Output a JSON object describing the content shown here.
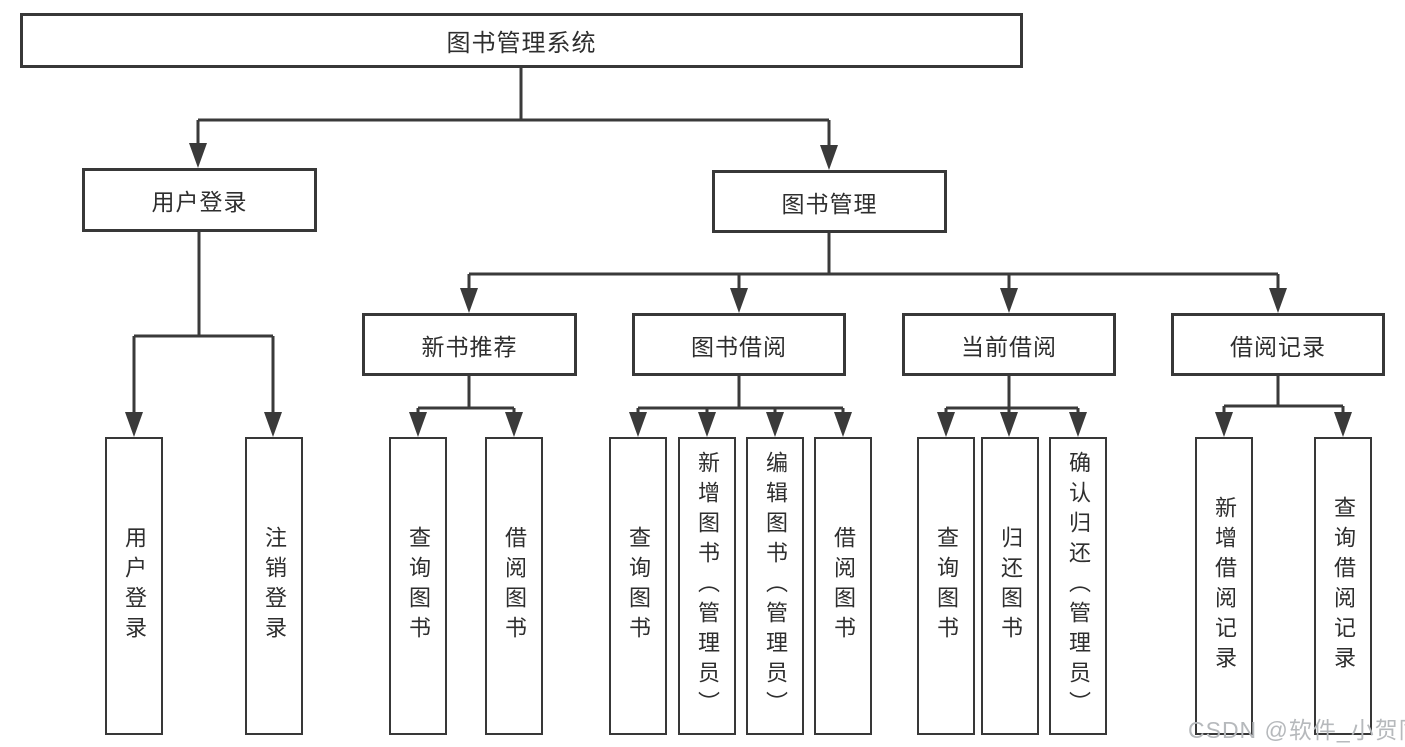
{
  "tree": {
    "root": "图书管理系统",
    "user": {
      "label": "用户登录",
      "children": [
        "用户登录",
        "注销登录"
      ]
    },
    "book": {
      "label": "图书管理",
      "groups": [
        {
          "label": "新书推荐",
          "children": [
            "查询图书",
            "借阅图书"
          ]
        },
        {
          "label": "图书借阅",
          "children": [
            "查询图书",
            "新增图书（管理员）",
            "编辑图书（管理员）",
            "借阅图书"
          ]
        },
        {
          "label": "当前借阅",
          "children": [
            "查询图书",
            "归还图书",
            "确认归还（管理员）"
          ]
        },
        {
          "label": "借阅记录",
          "children": [
            "新增借阅记录",
            "查询借阅记录"
          ]
        }
      ]
    }
  },
  "watermark": "CSDN @软件_小贺同学",
  "colors": {
    "line": "#3a3a3a",
    "border": "#383838",
    "text": "#2e2e2e",
    "watermark": "#b6b9bc",
    "background": "#ffffff"
  }
}
